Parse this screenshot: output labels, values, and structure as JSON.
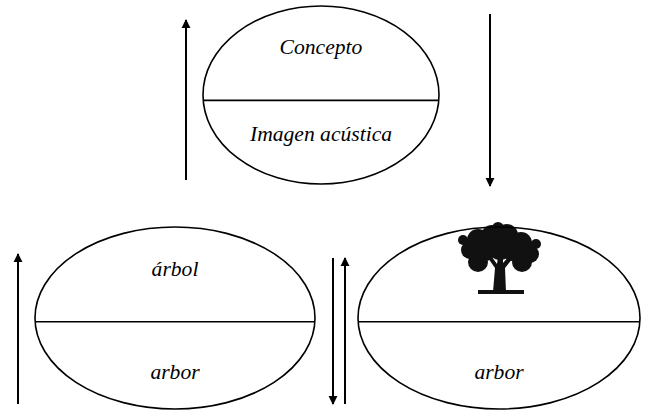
{
  "diagram": {
    "nodes": [
      {
        "text": [
          "Concepto",
          "Imagen acústica"
        ]
      },
      {
        "text": [
          "árbol",
          "arbor"
        ]
      },
      {
        "text": [
          "arbor"
        ]
      }
    ]
  }
}
